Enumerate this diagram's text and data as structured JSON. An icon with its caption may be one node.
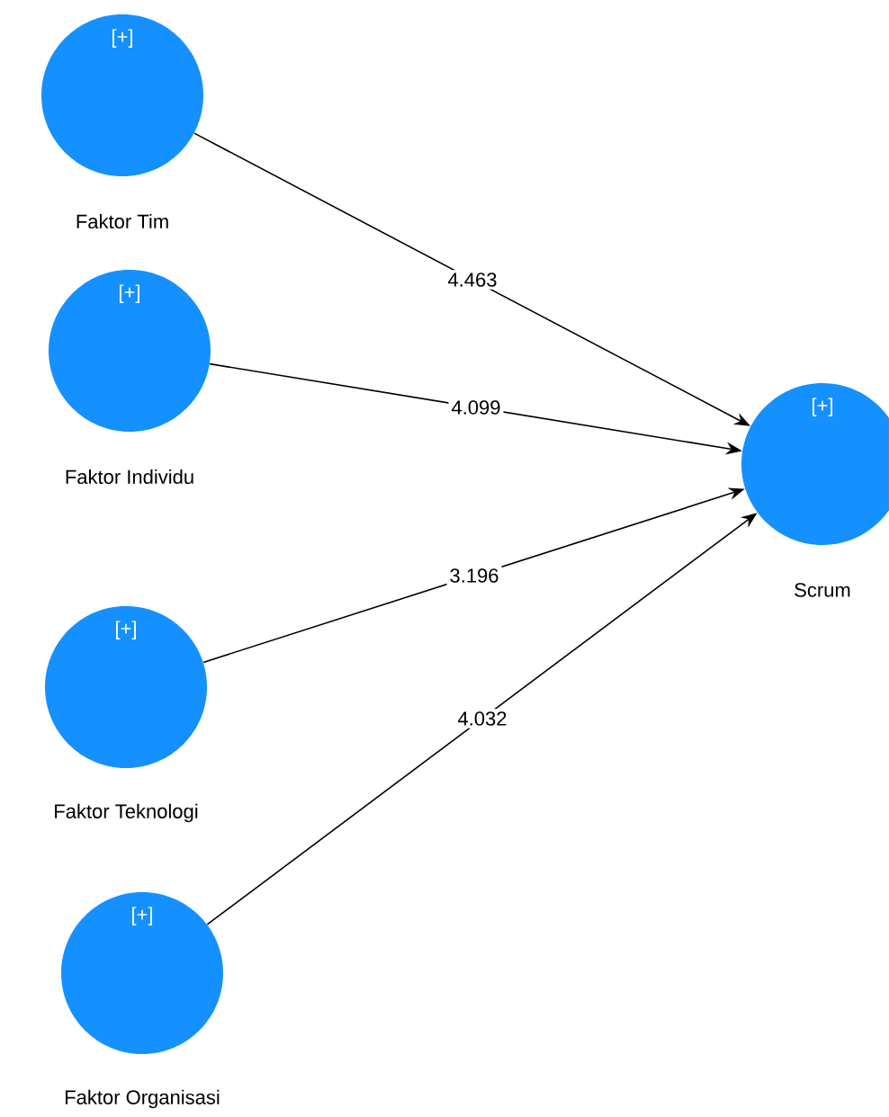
{
  "diagram": {
    "nodes": [
      {
        "text": [
          "[+]",
          "Faktor Tim"
        ]
      },
      {
        "text": [
          "[+]",
          "Faktor Individu"
        ]
      },
      {
        "text": [
          "[+]",
          "Scrum"
        ]
      },
      {
        "text": [
          "[+]",
          "Faktor Teknologi"
        ]
      },
      {
        "text": [
          "[+]",
          "Faktor Organisasi"
        ]
      }
    ],
    "edges": [
      {
        "from": 0,
        "to": 2,
        "arrow": "to",
        "label": "4.463"
      },
      {
        "from": 1,
        "to": 2,
        "arrow": "to",
        "label": "4.099"
      },
      {
        "from": 3,
        "to": 2,
        "arrow": "to",
        "label": "3.196"
      },
      {
        "from": 4,
        "to": 2,
        "arrow": "to",
        "label": "4.032"
      }
    ]
  }
}
